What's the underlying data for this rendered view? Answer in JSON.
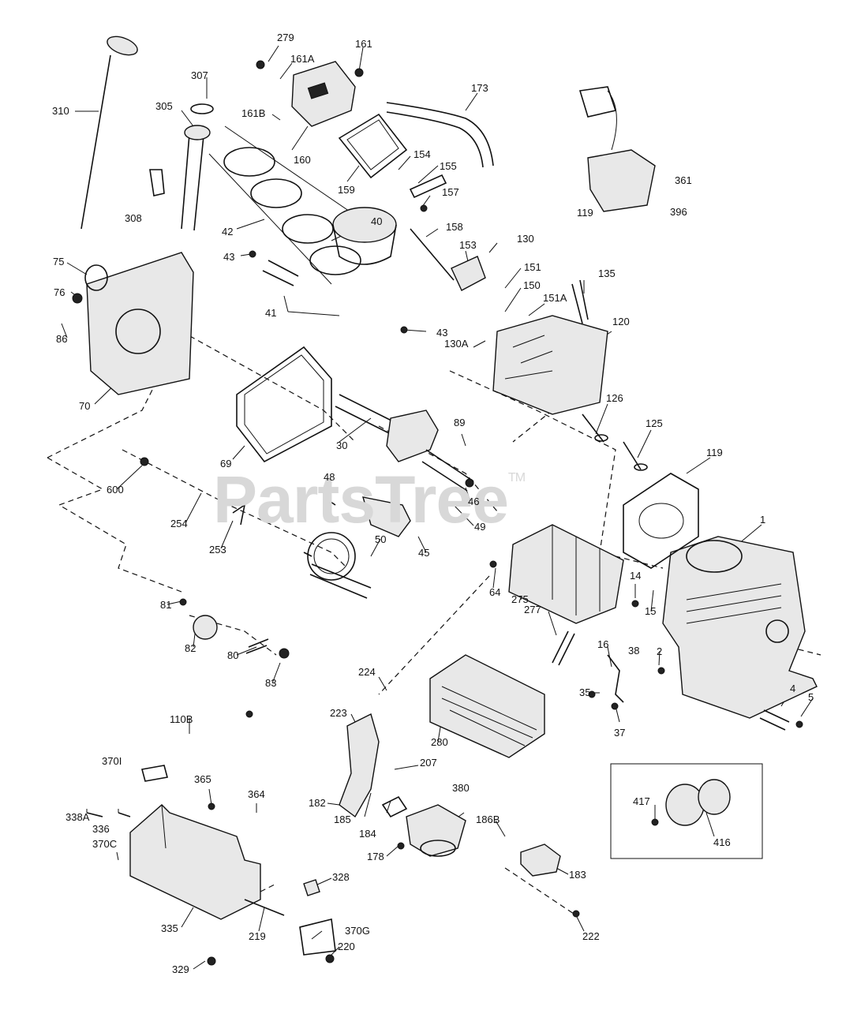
{
  "watermark": {
    "text": "PartsTree",
    "mark": "TM"
  },
  "parts": [
    {
      "id": "279"
    },
    {
      "id": "161"
    },
    {
      "id": "161A"
    },
    {
      "id": "307"
    },
    {
      "id": "173"
    },
    {
      "id": "310"
    },
    {
      "id": "305"
    },
    {
      "id": "161B"
    },
    {
      "id": "160"
    },
    {
      "id": "154"
    },
    {
      "id": "155"
    },
    {
      "id": "159"
    },
    {
      "id": "361"
    },
    {
      "id": "119a",
      "label": "119"
    },
    {
      "id": "396"
    },
    {
      "id": "308"
    },
    {
      "id": "157"
    },
    {
      "id": "158"
    },
    {
      "id": "42"
    },
    {
      "id": "40"
    },
    {
      "id": "130"
    },
    {
      "id": "153"
    },
    {
      "id": "75"
    },
    {
      "id": "43a",
      "label": "43"
    },
    {
      "id": "151"
    },
    {
      "id": "135"
    },
    {
      "id": "150"
    },
    {
      "id": "151A"
    },
    {
      "id": "76"
    },
    {
      "id": "41"
    },
    {
      "id": "120"
    },
    {
      "id": "86"
    },
    {
      "id": "43b",
      "label": "43"
    },
    {
      "id": "130A"
    },
    {
      "id": "70"
    },
    {
      "id": "126"
    },
    {
      "id": "89a",
      "label": "89"
    },
    {
      "id": "125"
    },
    {
      "id": "30"
    },
    {
      "id": "69"
    },
    {
      "id": "119b",
      "label": "119"
    },
    {
      "id": "600"
    },
    {
      "id": "48"
    },
    {
      "id": "46"
    },
    {
      "id": "1"
    },
    {
      "id": "254"
    },
    {
      "id": "49"
    },
    {
      "id": "253"
    },
    {
      "id": "50"
    },
    {
      "id": "45"
    },
    {
      "id": "64"
    },
    {
      "id": "14"
    },
    {
      "id": "15"
    },
    {
      "id": "81"
    },
    {
      "id": "275"
    },
    {
      "id": "82"
    },
    {
      "id": "277"
    },
    {
      "id": "2"
    },
    {
      "id": "38"
    },
    {
      "id": "80"
    },
    {
      "id": "16"
    },
    {
      "id": "83"
    },
    {
      "id": "224"
    },
    {
      "id": "35"
    },
    {
      "id": "4"
    },
    {
      "id": "5"
    },
    {
      "id": "223"
    },
    {
      "id": "280"
    },
    {
      "id": "37"
    },
    {
      "id": "110B"
    },
    {
      "id": "370I"
    },
    {
      "id": "207"
    },
    {
      "id": "365"
    },
    {
      "id": "380"
    },
    {
      "id": "364"
    },
    {
      "id": "417"
    },
    {
      "id": "338A"
    },
    {
      "id": "336"
    },
    {
      "id": "182"
    },
    {
      "id": "186B"
    },
    {
      "id": "185"
    },
    {
      "id": "184"
    },
    {
      "id": "416"
    },
    {
      "id": "370C"
    },
    {
      "id": "178"
    },
    {
      "id": "183"
    },
    {
      "id": "328"
    },
    {
      "id": "335"
    },
    {
      "id": "219"
    },
    {
      "id": "370G"
    },
    {
      "id": "222"
    },
    {
      "id": "220"
    },
    {
      "id": "329"
    }
  ]
}
